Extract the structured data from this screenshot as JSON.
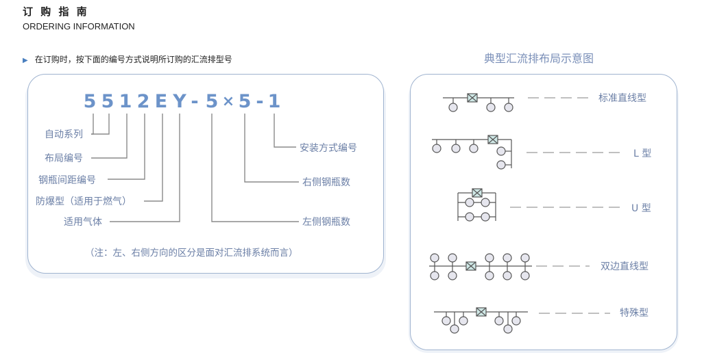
{
  "header": {
    "title_cn": "订 购 指 南",
    "title_en": "ORDERING INFORMATION",
    "instruction": "在订购时，按下面的编号方式说明所订购的汇流排型号",
    "instruction_marker": "▶"
  },
  "code": {
    "chars": [
      "5",
      "5",
      "1",
      "2",
      "E",
      "Y",
      "-",
      "5",
      "×",
      "5",
      "-",
      "1"
    ]
  },
  "labels": {
    "left": [
      "自动系列",
      "布局编号",
      "钢瓶间距编号",
      "防爆型（适用于燃气）",
      "适用气体"
    ],
    "right": [
      "安装方式编号",
      "右侧钢瓶数",
      "左侧钢瓶数"
    ],
    "note": "（注：左、右侧方向的区分是面对汇流排系统而言）"
  },
  "layouts": {
    "title": "典型汇流排布局示意图",
    "items": [
      "标准直线型",
      "L 型",
      "U 型",
      "双边直线型",
      "特殊型"
    ]
  },
  "colors": {
    "accent": "#6c93c9",
    "line": "#7a7a7a",
    "panel_border": "#9fb3cf",
    "valve_fill": "#cfe8e6",
    "bottle_fill": "#e6e6ee"
  }
}
